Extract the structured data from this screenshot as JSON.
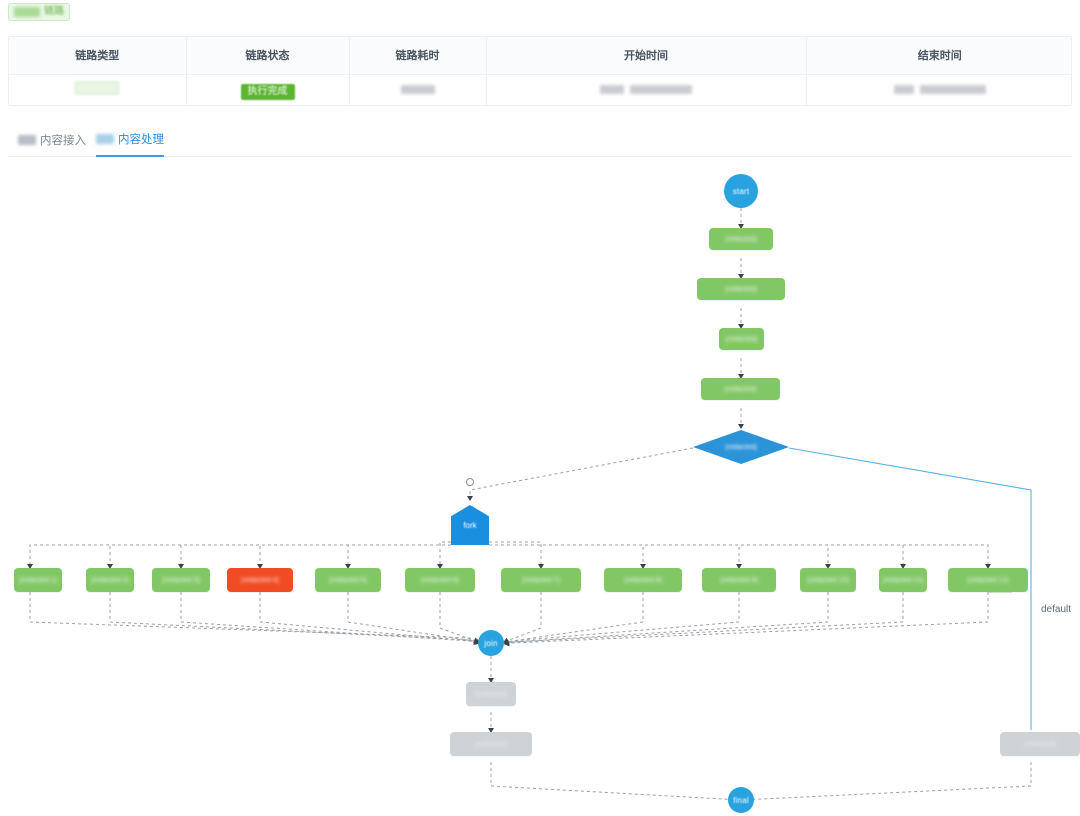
{
  "header": {
    "tag": {
      "redacted_prefix": "[redacted]",
      "label": "链路"
    }
  },
  "table": {
    "columns": [
      "链路类型",
      "链路状态",
      "链路耗时",
      "开始时间",
      "结束时间"
    ],
    "rows": [
      {
        "link_type": "[redacted]",
        "link_status": "执行完成",
        "link_cost": "[redacted]",
        "start_time": "[redacted]",
        "end_time": "[redacted]"
      }
    ]
  },
  "tabs": [
    {
      "label": "内容接入",
      "active": false
    },
    {
      "label": "内容处理",
      "active": true
    }
  ],
  "flow": {
    "nodes": {
      "start": "start",
      "join": "join",
      "fork": "fork",
      "final": "final",
      "step1": "[redacted]",
      "step2": "[redacted]",
      "step3": "[redacted]",
      "step4": "[redacted]",
      "decision": "[redacted]",
      "parallel": [
        "[redacted-1]",
        "[redacted-2]",
        "[redacted-3]",
        "[redacted-4]",
        "[redacted-5]",
        "[redacted-6]",
        "[redacted-7]",
        "[redacted-8]",
        "[redacted-9]",
        "[redacted-10]",
        "[redacted-11]",
        "[redacted-12]"
      ],
      "after_join_1": "[redacted]",
      "after_join_2": "[redacted]",
      "default_branch": "[redacted]"
    },
    "edge_labels": {
      "default": "default"
    },
    "colors": {
      "node_success": "#82c766",
      "node_error": "#f04b22",
      "node_skipped": "#cfd2d6",
      "node_control": "#29a3e0",
      "node_decision": "#2b93d8",
      "edge_dashed": "#9aa0a6",
      "edge_active": "#5ab1e0"
    }
  }
}
